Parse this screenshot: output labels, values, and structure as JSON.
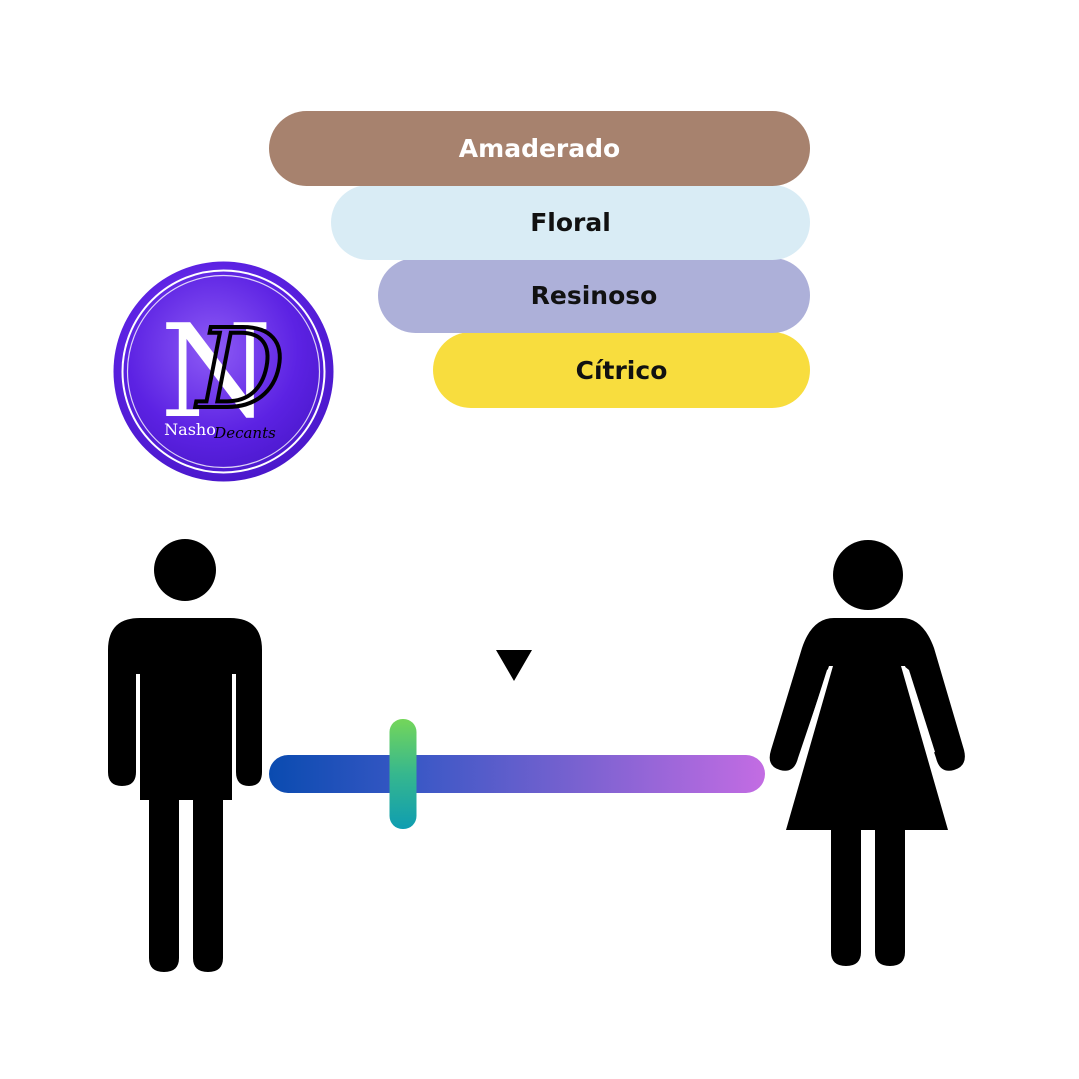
{
  "notes": [
    {
      "label": "Amaderado",
      "bg": "#a7826e",
      "fg": "#ffffff"
    },
    {
      "label": "Floral",
      "bg": "#d9ecf5",
      "fg": "#111111"
    },
    {
      "label": "Resinoso",
      "bg": "#adb0d9",
      "fg": "#111111"
    },
    {
      "label": "Cítrico",
      "bg": "#f8dd3e",
      "fg": "#111111"
    }
  ],
  "logo": {
    "monogram": "N",
    "overlay_letter": "D",
    "word_1": "Nasho",
    "word_2": "Decants",
    "color": "#5b1fe0"
  },
  "gender_scale": {
    "left_icon": "male-icon",
    "right_icon": "female-icon",
    "marker_icon": "pointer-icon",
    "position_fraction": 0.27,
    "colors": {
      "start": "#0a4bb0",
      "end": "#c36ce3",
      "handle_top": "#74d65a",
      "handle_bottom": "#0f9db1"
    }
  }
}
